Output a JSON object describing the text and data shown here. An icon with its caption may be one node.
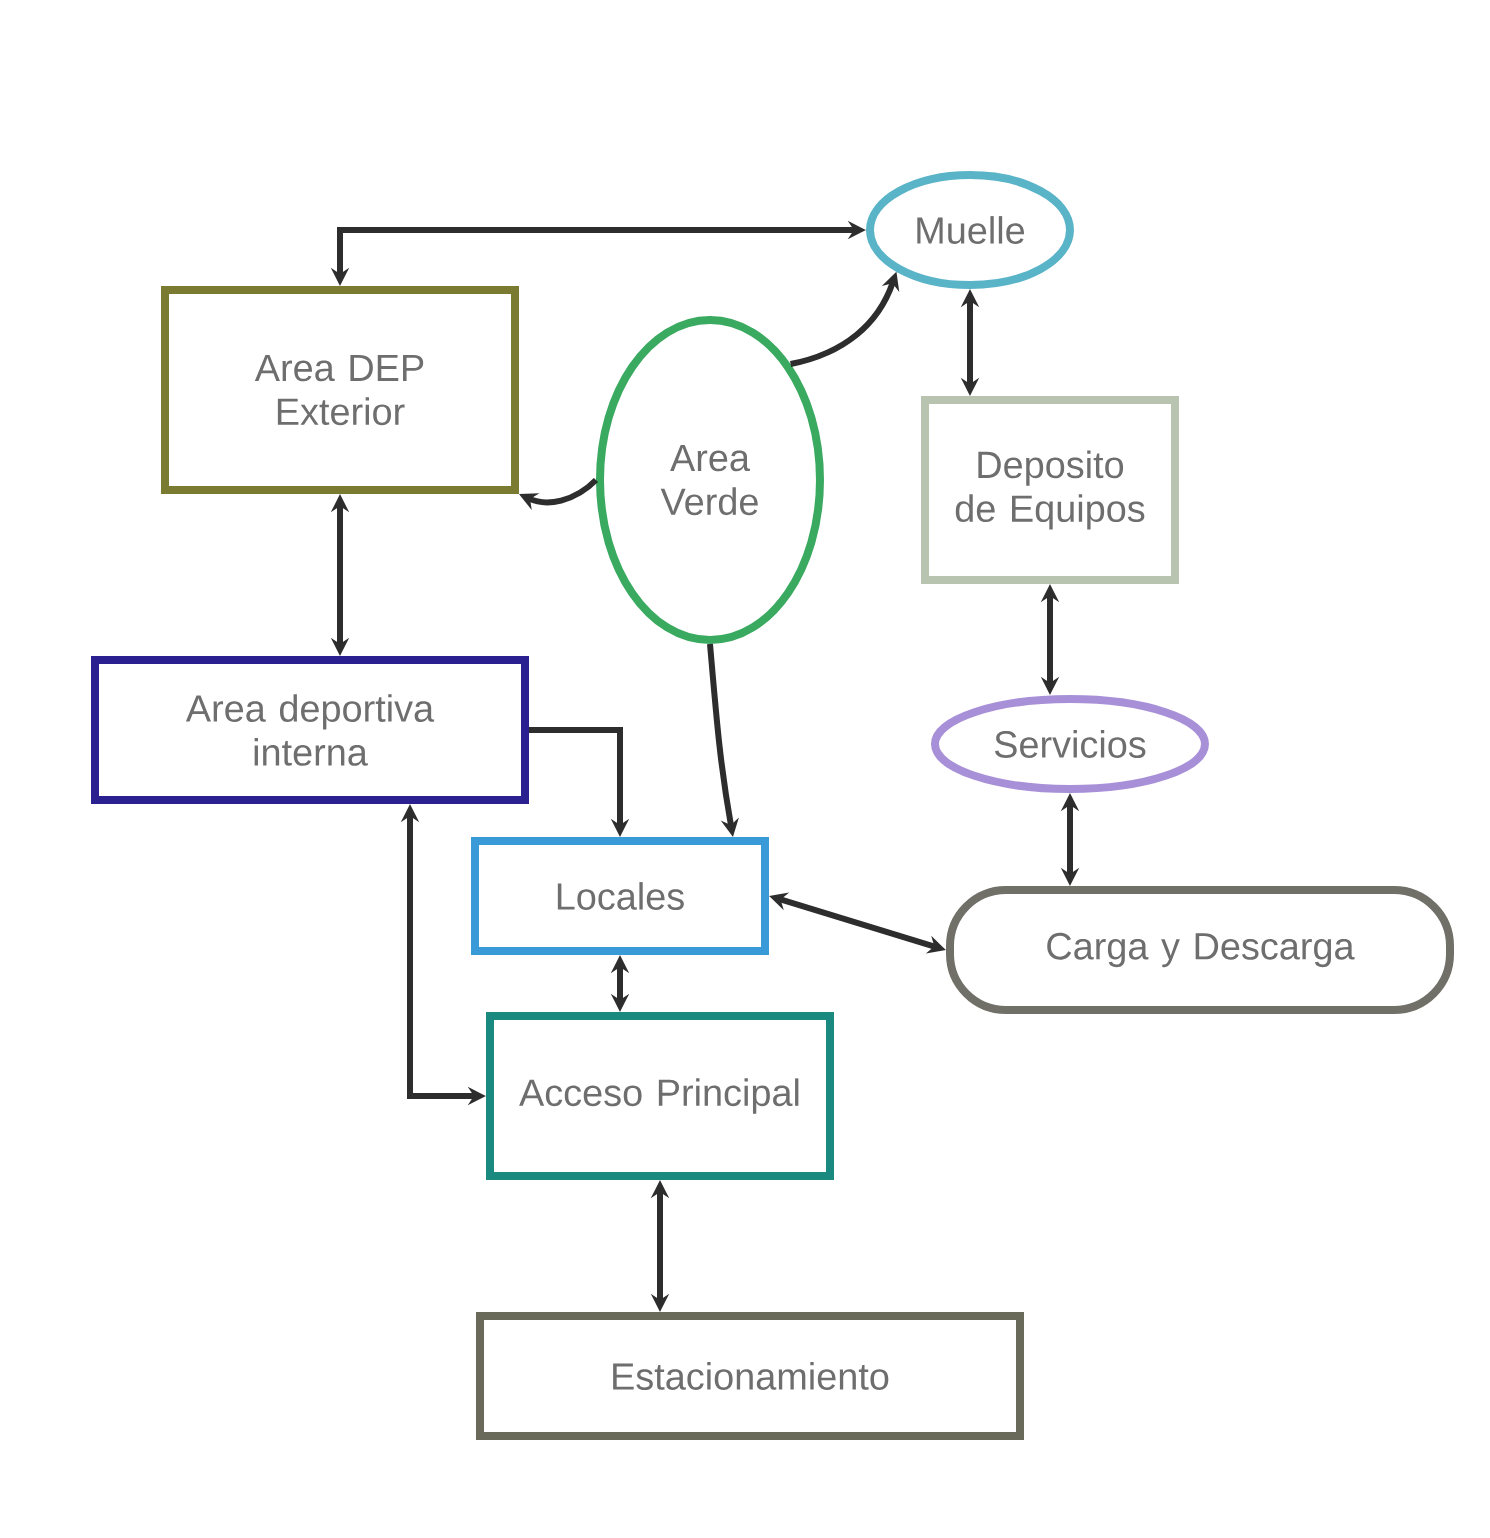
{
  "diagram": {
    "nodes": [
      {
        "text": [
          "Muelle"
        ]
      },
      {
        "text": [
          "Area DEP Exterior"
        ]
      },
      {
        "text": [
          "Area Verde"
        ]
      },
      {
        "text": [
          "Deposito de Equipos"
        ]
      },
      {
        "text": [
          "Area deportiva interna"
        ]
      },
      {
        "text": [
          "Servicios"
        ]
      },
      {
        "text": [
          "Locales"
        ]
      },
      {
        "text": [
          "Carga y Descarga"
        ]
      },
      {
        "text": [
          "Acceso Principal"
        ]
      },
      {
        "text": [
          "Estacionamiento"
        ]
      }
    ],
    "edges": [
      {
        "from": 0,
        "to": 1,
        "arrow": "both"
      },
      {
        "from": 2,
        "to": 0,
        "arrow": "to"
      },
      {
        "from": 2,
        "to": 1,
        "arrow": "to"
      },
      {
        "from": 0,
        "to": 3,
        "arrow": "both"
      },
      {
        "from": 1,
        "to": 4,
        "arrow": "both"
      },
      {
        "from": 3,
        "to": 5,
        "arrow": "both"
      },
      {
        "from": 4,
        "to": 6,
        "arrow": "to"
      },
      {
        "from": 2,
        "to": 6,
        "arrow": "to"
      },
      {
        "from": 5,
        "to": 7,
        "arrow": "both"
      },
      {
        "from": 6,
        "to": 7,
        "arrow": "both"
      },
      {
        "from": 4,
        "to": 8,
        "arrow": "both"
      },
      {
        "from": 6,
        "to": 8,
        "arrow": "both"
      },
      {
        "from": 8,
        "to": 9,
        "arrow": "both"
      }
    ]
  }
}
